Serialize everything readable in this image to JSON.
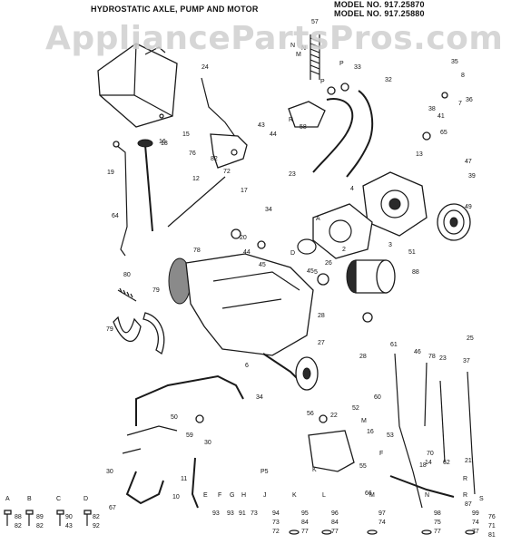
{
  "header": {
    "title": "HYDROSTATIC AXLE, PUMP AND MOTOR",
    "model_1": "MODEL NO. 917.25870",
    "model_2": "MODEL NO. 917.25880"
  },
  "watermark": "AppliancePartsPros.com",
  "callouts": [
    {
      "id": "n57",
      "text": "57"
    },
    {
      "id": "nN1",
      "text": "N"
    },
    {
      "id": "nM",
      "text": "M"
    },
    {
      "id": "nN2",
      "text": "N"
    },
    {
      "id": "nP1",
      "text": "P"
    },
    {
      "id": "n33a",
      "text": "33"
    },
    {
      "id": "nP2",
      "text": "P"
    },
    {
      "id": "n32",
      "text": "32"
    },
    {
      "id": "n35",
      "text": "35"
    },
    {
      "id": "n8a",
      "text": "8"
    },
    {
      "id": "n24",
      "text": "24"
    },
    {
      "id": "n58",
      "text": "58"
    },
    {
      "id": "nR",
      "text": "R"
    },
    {
      "id": "n43",
      "text": "43"
    },
    {
      "id": "n44a",
      "text": "44"
    },
    {
      "id": "n15",
      "text": "15"
    },
    {
      "id": "n76a",
      "text": "76"
    },
    {
      "id": "n82",
      "text": "82"
    },
    {
      "id": "n72",
      "text": "72"
    },
    {
      "id": "n16a",
      "text": "16"
    },
    {
      "id": "n18",
      "text": "18"
    },
    {
      "id": "n19",
      "text": "19"
    },
    {
      "id": "n12",
      "text": "12"
    },
    {
      "id": "n23",
      "text": "23"
    },
    {
      "id": "n38",
      "text": "38"
    },
    {
      "id": "n41",
      "text": "41"
    },
    {
      "id": "n7",
      "text": "7"
    },
    {
      "id": "n36",
      "text": "36"
    },
    {
      "id": "n65",
      "text": "65"
    },
    {
      "id": "n13",
      "text": "13"
    },
    {
      "id": "n47",
      "text": "47"
    },
    {
      "id": "n39",
      "text": "39"
    },
    {
      "id": "n49",
      "text": "49"
    },
    {
      "id": "n4",
      "text": "4"
    },
    {
      "id": "n17",
      "text": "17"
    },
    {
      "id": "n34a",
      "text": "34"
    },
    {
      "id": "n64",
      "text": "64"
    },
    {
      "id": "n20",
      "text": "20"
    },
    {
      "id": "n44b",
      "text": "44"
    },
    {
      "id": "nA",
      "text": "A"
    },
    {
      "id": "n2",
      "text": "2"
    },
    {
      "id": "n3",
      "text": "3"
    },
    {
      "id": "n51",
      "text": "51"
    },
    {
      "id": "n78",
      "text": "78"
    },
    {
      "id": "n45a",
      "text": "45"
    },
    {
      "id": "nD",
      "text": "D"
    },
    {
      "id": "n26",
      "text": "26"
    },
    {
      "id": "n80",
      "text": "80"
    },
    {
      "id": "n79a",
      "text": "79"
    },
    {
      "id": "n79b",
      "text": "79"
    },
    {
      "id": "n5",
      "text": "5"
    },
    {
      "id": "n45b",
      "text": "45"
    },
    {
      "id": "n88",
      "text": "88"
    },
    {
      "id": "n28a",
      "text": "28"
    },
    {
      "id": "n25",
      "text": "25"
    },
    {
      "id": "n27",
      "text": "27"
    },
    {
      "id": "n28b",
      "text": "28"
    },
    {
      "id": "n61",
      "text": "61"
    },
    {
      "id": "n46",
      "text": "46"
    },
    {
      "id": "n78b",
      "text": "78"
    },
    {
      "id": "n23b",
      "text": "23"
    },
    {
      "id": "n37",
      "text": "37"
    },
    {
      "id": "n6",
      "text": "6"
    },
    {
      "id": "n34b",
      "text": "34"
    },
    {
      "id": "n50",
      "text": "50"
    },
    {
      "id": "n52",
      "text": "52"
    },
    {
      "id": "n60",
      "text": "60"
    },
    {
      "id": "n56",
      "text": "56"
    },
    {
      "id": "n22",
      "text": "22"
    },
    {
      "id": "nM2",
      "text": "M"
    },
    {
      "id": "n16b",
      "text": "16"
    },
    {
      "id": "n59",
      "text": "59"
    },
    {
      "id": "n30a",
      "text": "30"
    },
    {
      "id": "n30b",
      "text": "30"
    },
    {
      "id": "n53",
      "text": "53"
    },
    {
      "id": "n70",
      "text": "70"
    },
    {
      "id": "n14",
      "text": "14"
    },
    {
      "id": "n62",
      "text": "62"
    },
    {
      "id": "nF",
      "text": "F"
    },
    {
      "id": "n55",
      "text": "55"
    },
    {
      "id": "n18b",
      "text": "18"
    },
    {
      "id": "n21",
      "text": "21"
    },
    {
      "id": "nK",
      "text": "K"
    },
    {
      "id": "n66",
      "text": "66"
    },
    {
      "id": "n67",
      "text": "67"
    },
    {
      "id": "nP5",
      "text": "P5"
    },
    {
      "id": "n10",
      "text": "10"
    },
    {
      "id": "n11",
      "text": "11"
    },
    {
      "id": "n87",
      "text": "87"
    },
    {
      "id": "nR2",
      "text": "R"
    }
  ],
  "hardware_keys": [
    {
      "letter": "A",
      "nums": [
        "88",
        "82"
      ]
    },
    {
      "letter": "B",
      "nums": [
        "89",
        "82"
      ]
    },
    {
      "letter": "C",
      "nums": [
        "90",
        "43"
      ]
    },
    {
      "letter": "D",
      "nums": [
        "82",
        "92"
      ]
    },
    {
      "letter": "E",
      "nums": [
        "93"
      ]
    },
    {
      "letter": "F",
      "nums": [
        "93"
      ]
    },
    {
      "letter": "G",
      "nums": [
        "91"
      ]
    },
    {
      "letter": "H",
      "nums": [
        "73"
      ]
    },
    {
      "letter": "J",
      "nums": [
        "94",
        "73",
        "72"
      ]
    },
    {
      "letter": "K",
      "nums": [
        "95",
        "84",
        "77"
      ]
    },
    {
      "letter": "L",
      "nums": [
        "96",
        "84",
        "77"
      ]
    },
    {
      "letter": "M",
      "nums": [
        "97",
        "74"
      ]
    },
    {
      "letter": "N",
      "nums": [
        "98",
        "75",
        "77"
      ]
    },
    {
      "letter": "R",
      "nums": [
        "99",
        "74",
        "77"
      ]
    },
    {
      "letter": "S",
      "nums": [
        "76",
        "71",
        "81"
      ]
    }
  ]
}
